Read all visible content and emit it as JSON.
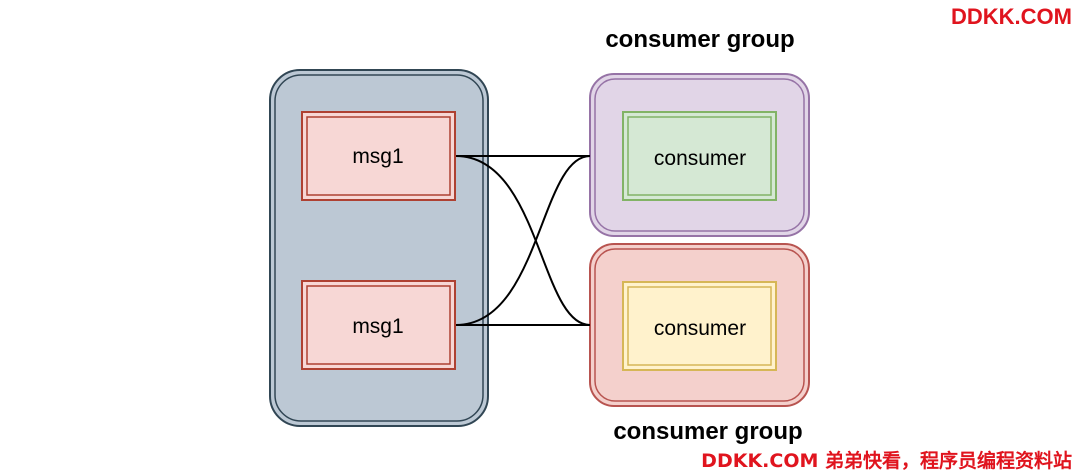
{
  "watermark": {
    "top": "DDKK.COM",
    "bottom": "DDKK.COM 弟弟快看，程序员编程资料站"
  },
  "diagram": {
    "messages": [
      {
        "label": "msg1"
      },
      {
        "label": "msg1"
      }
    ],
    "groups": [
      {
        "label": "consumer group",
        "consumer_label": "consumer"
      },
      {
        "label": "consumer group",
        "consumer_label": "consumer"
      }
    ]
  },
  "colors": {
    "queue_fill": "#bcc8d4",
    "queue_stroke": "#314654",
    "msg_fill": "#f7d7d5",
    "msg_stroke": "#ae4132",
    "group1_fill": "#e1d5e7",
    "group1_stroke": "#9673a6",
    "consumer1_fill": "#d5e8d4",
    "consumer1_stroke": "#82b366",
    "group2_fill": "#f4d0cc",
    "group2_stroke": "#b85450",
    "consumer2_fill": "#fff2cc",
    "consumer2_stroke": "#d6b656",
    "watermark": "#e0141e"
  }
}
